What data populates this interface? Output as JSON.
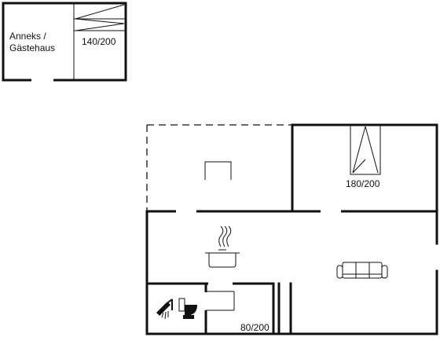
{
  "annex": {
    "label_line1": "Anneks /",
    "label_line2": "Gästehaus",
    "bed_label": "140/200"
  },
  "main_house": {
    "bedroom_bed_label": "180/200",
    "small_bed_label": "80/200"
  },
  "icons": [
    "stove-pot-icon",
    "sofa-icon",
    "shower-icon",
    "toilet-icon",
    "bed-icon",
    "table-icon"
  ],
  "colors": {
    "line": "#111111",
    "background": "#ffffff"
  }
}
